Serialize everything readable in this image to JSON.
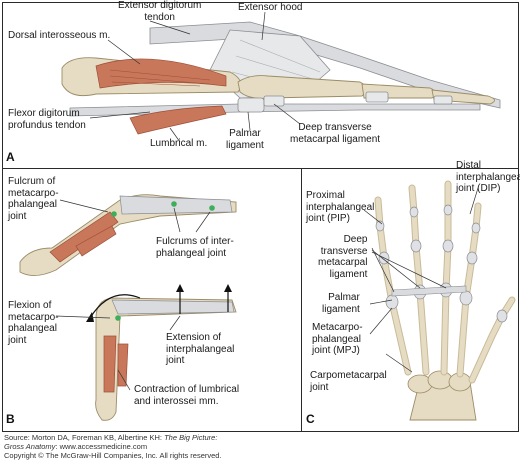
{
  "panel_a": {
    "letter": "A",
    "labels": {
      "extensor_digitorum": [
        "Extensor digitorum",
        "tendon"
      ],
      "extensor_hood": "Extensor hood",
      "dorsal_interosseous": "Dorsal interosseous m.",
      "flexor_digitorum": [
        "Flexor digitorum",
        "profundus tendon"
      ],
      "lumbrical": "Lumbrical m.",
      "palmar_ligament": [
        "Palmar",
        "ligament"
      ],
      "deep_transverse": [
        "Deep transverse",
        "metacarpal ligament"
      ]
    }
  },
  "panel_b": {
    "letter": "B",
    "labels": {
      "fulcrum_mcp": [
        "Fulcrum of",
        "metacarpo-",
        "phalangeal",
        "joint"
      ],
      "fulcrums_ip": [
        "Fulcrums of inter-",
        "phalangeal joint"
      ],
      "flexion_mcp": [
        "Flexion of",
        "metacarpo-",
        "phalangeal",
        "joint"
      ],
      "extension_ip": [
        "Extension of",
        "interphalangeal",
        "joint"
      ],
      "contraction": [
        "Contraction of lumbrical",
        "and interossei mm."
      ]
    }
  },
  "panel_c": {
    "letter": "C",
    "labels": {
      "dip": [
        "Distal",
        "interphalangeal",
        "joint (DIP)"
      ],
      "pip": [
        "Proximal",
        "interphalangeal",
        "joint (PIP)"
      ],
      "deep_transverse": [
        "Deep",
        "transverse",
        "metacarpal",
        "ligament"
      ],
      "palmar_ligament": [
        "Palmar",
        "ligament"
      ],
      "mpj": [
        "Metacarpo-",
        "phalangeal",
        "joint (MPJ)"
      ],
      "carpometacarpal": [
        "Carpometacarpal",
        "joint"
      ]
    }
  },
  "footer": {
    "source_prefix": "Source: Morton DA, Foreman KB, Albertine KH: ",
    "book_title": "The Big Picture:",
    "book_subtitle": "Gross Anatomy",
    "url": ": www.accessmedicine.com",
    "copyright": "Copyright © The McGraw-Hill Companies, Inc. All rights reserved."
  },
  "colors": {
    "bone": "#e6dcc4",
    "bone_shadow": "#c9bb98",
    "muscle": "#c8775a",
    "muscle_dark": "#9e4f38",
    "tendon": "#d9dbde",
    "joint_green": "#3fae5a"
  }
}
